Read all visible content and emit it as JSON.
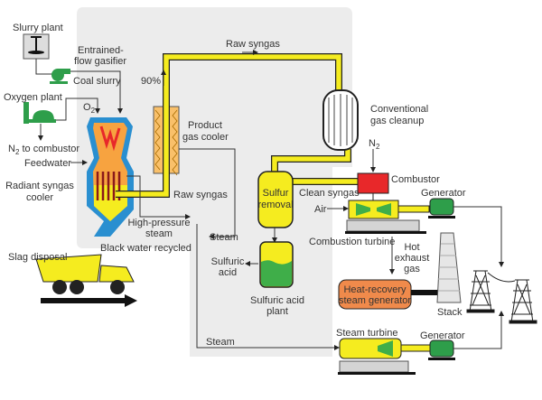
{
  "labels": {
    "slurry_plant": "Slurry plant",
    "gasifier_1": "Entrained-",
    "gasifier_2": "flow gasifier",
    "coal_slurry": "Coal slurry",
    "oxygen_plant": "Oxygen plant",
    "o2": "O",
    "o2_sub": "2",
    "n2_combustor_n": "N",
    "n2_combustor_sub": "2",
    "n2_combustor_rest": " to combustor",
    "feedwater": "Feedwater",
    "radiant_1": "Radiant syngas",
    "radiant_2": "cooler",
    "ninety": "90%",
    "raw_syngas_top": "Raw syngas",
    "product_cooler_1": "Product",
    "product_cooler_2": "gas cooler",
    "raw_syngas_low": "Raw syngas",
    "hp_steam_1": "High-pressure",
    "hp_steam_2": "steam",
    "steam_mid": "Steam",
    "black_water": "Black water recycled",
    "slag": "Slag disposal",
    "cleanup_1": "Conventional",
    "cleanup_2": "gas cleanup",
    "n2_top": "N",
    "n2_top_sub": "2",
    "combustor": "Combustor",
    "sulfur_1": "Sulfur",
    "sulfur_2": "removal",
    "clean_syngas": "Clean syngas",
    "air": "Air",
    "generator_1": "Generator",
    "combustion_turbine": "Combustion turbine",
    "hot_1": "Hot",
    "hot_2": "exhaust",
    "hot_3": "gas",
    "sulfuric_acid_1": "Sulfuric",
    "sulfuric_acid_2": "acid",
    "acid_plant_1": "Sulfuric acid",
    "acid_plant_2": "plant",
    "hrsg_1": "Heat-recovery",
    "hrsg_2": "steam generator",
    "stack": "Stack",
    "steam_bottom": "Steam",
    "steam_turbine": "Steam turbine",
    "generator_2": "Generator"
  },
  "colors": {
    "syngas": "#f5ec1f",
    "equipment_green": "#2e9e4a",
    "gasifier_blue": "#2a8fd0",
    "combustor_red": "#e8282a",
    "hrsg_orange": "#f08a4b",
    "panel": "#ececec"
  }
}
